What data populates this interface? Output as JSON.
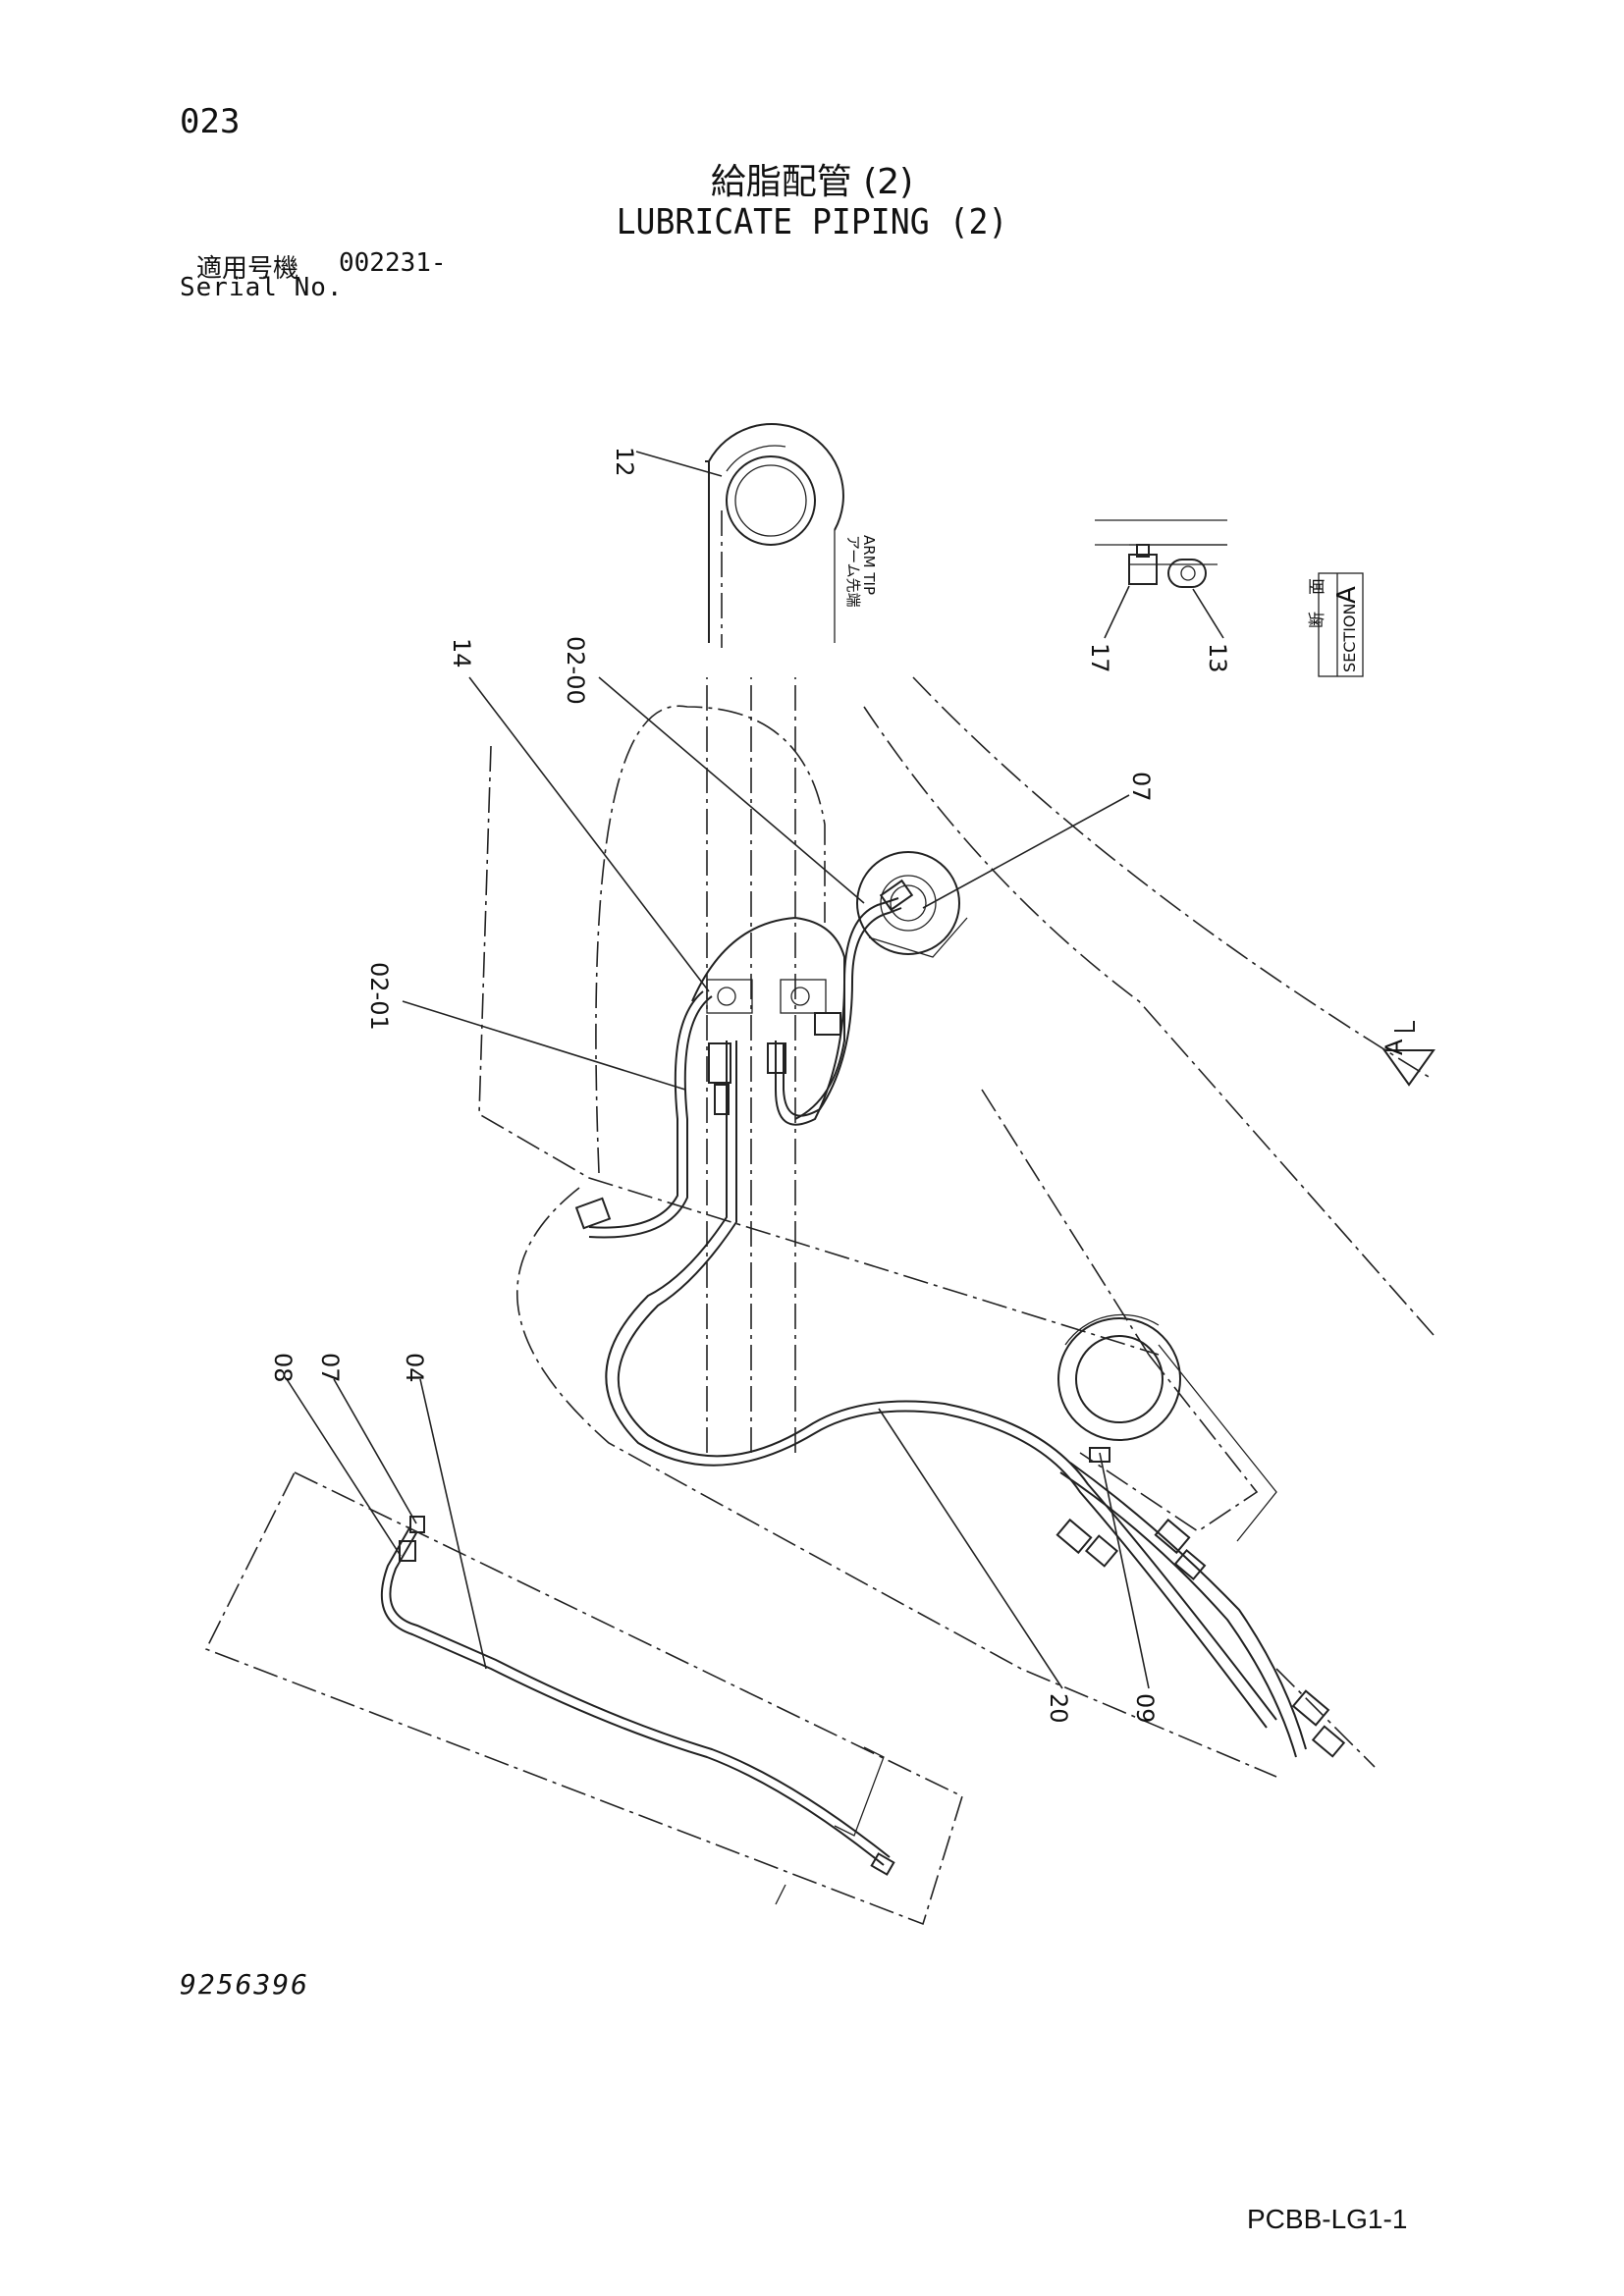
{
  "header": {
    "page_number": "023",
    "title_jp": "給脂配管 (2)",
    "title_en": "LUBRICATE PIPING (2)",
    "serial_label_jp": "適用号機",
    "serial_value": "002231-",
    "serial_label_en": "Serial No."
  },
  "diagram": {
    "arm_tip_jp": "アーム先端",
    "arm_tip_en": "ARM TIP",
    "section_jp": "断　面",
    "section_en": "SECTION",
    "section_letter": "A",
    "view_arrow_letter": "A",
    "callouts": [
      "12",
      "14",
      "02-00",
      "07",
      "02-01",
      "17",
      "13",
      "08",
      "07",
      "04",
      "20",
      "09"
    ]
  },
  "footer": {
    "drawing_number": "9256396",
    "sheet_code": "PCBB-LG1-1"
  }
}
